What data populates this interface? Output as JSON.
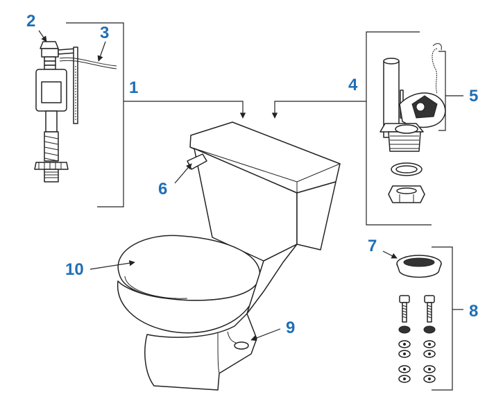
{
  "diagram": {
    "callouts": {
      "c1": "1",
      "c2": "2",
      "c3": "3",
      "c4": "4",
      "c5": "5",
      "c6": "6",
      "c7": "7",
      "c8": "8",
      "c9": "9",
      "c10": "10"
    },
    "colors": {
      "callout": "#1f6fb5",
      "line": "#222222",
      "background": "#ffffff"
    }
  }
}
